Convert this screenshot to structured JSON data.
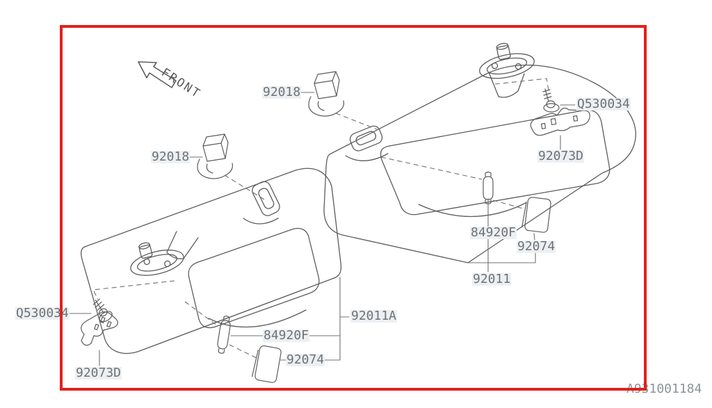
{
  "diagram": {
    "type": "vehicle-parts-diagram",
    "subject": "sun visor assembly",
    "drawing_number": "A931001184",
    "front_indicator": "FRONT",
    "colors": {
      "selection_border": "#e1201e",
      "line_art": "#5c5c5c",
      "label_text": "#6e7276",
      "label_highlight": "#edf0f3",
      "watermark_text": "#8e9397"
    },
    "labels": {
      "clip_right_visor": "92018",
      "clip_left_visor": "92018",
      "screw_right": "Q530034",
      "screw_left": "Q530034",
      "hook_holder_right": "92073D",
      "hook_holder_left": "92073D",
      "vanity_bulb_right": "84920F",
      "vanity_bulb_left": "84920F",
      "lens_cover_right": "92074",
      "lens_cover_left": "92074",
      "visor_assembly_right": "92011",
      "visor_assembly_left": "92011A"
    }
  }
}
